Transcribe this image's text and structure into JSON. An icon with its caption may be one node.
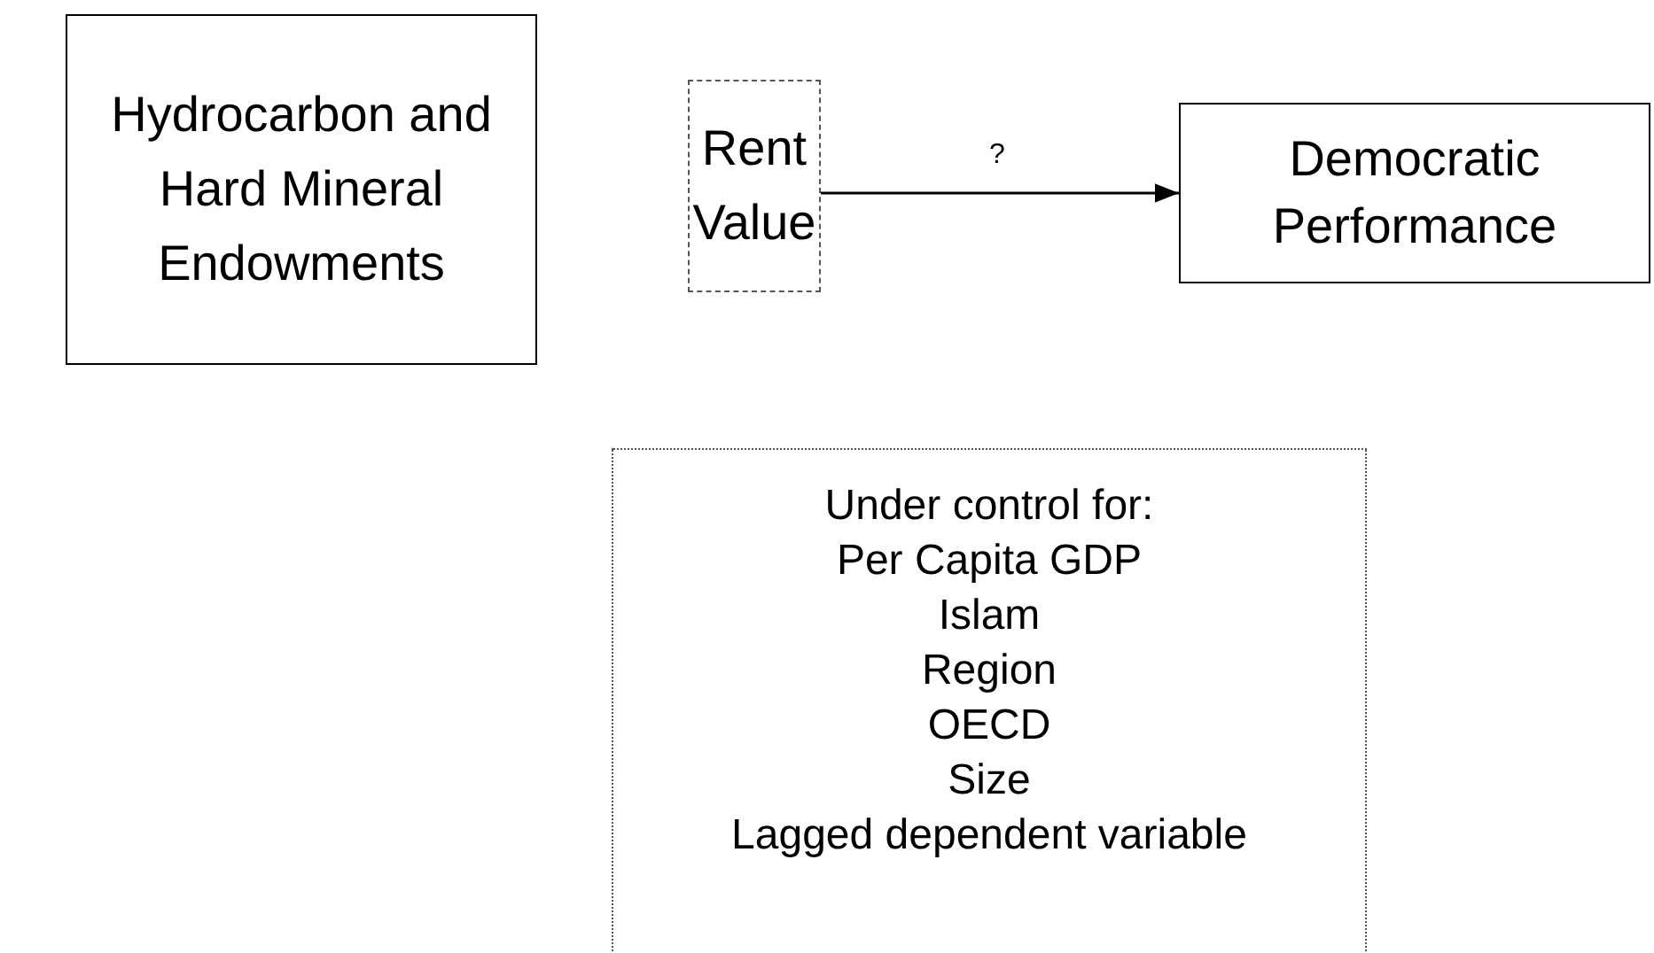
{
  "diagram": {
    "nodes": [
      {
        "text": [
          "Hydrocarbon and Hard Mineral Endowments"
        ]
      },
      {
        "text": [
          "Rent Value"
        ]
      },
      {
        "text": [
          "Democratic Performance"
        ]
      },
      {
        "text": [
          "Under control for:",
          "Per Capita GDP",
          "Islam",
          "Region",
          "OECD",
          "Size",
          "Lagged dependent variable"
        ]
      }
    ],
    "edges": [
      {
        "from": 1,
        "to": 2,
        "arrow": "to",
        "label": "?"
      }
    ]
  }
}
